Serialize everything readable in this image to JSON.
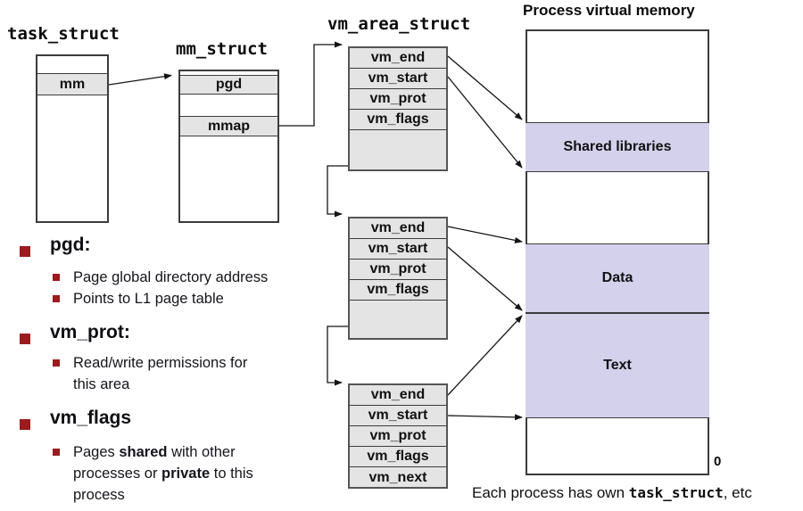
{
  "slide": {
    "structs": {
      "task": {
        "title": "task_struct",
        "field_mm": "mm"
      },
      "mm": {
        "title": "mm_struct",
        "field_pgd": "pgd",
        "field_mmap": "mmap"
      },
      "vm_area": {
        "title": "vm_area_struct"
      }
    },
    "vm_boxes": [
      {
        "rows": [
          "vm_end",
          "vm_start",
          "vm_prot",
          "vm_flags"
        ]
      },
      {
        "rows": [
          "vm_end",
          "vm_start",
          "vm_prot",
          "vm_flags"
        ]
      },
      {
        "rows": [
          "vm_end",
          "vm_start",
          "vm_prot",
          "vm_flags",
          "vm_next"
        ]
      }
    ],
    "memory": {
      "title": "Process virtual memory",
      "regions": [
        {
          "label": "Shared libraries"
        },
        {
          "label": "Data"
        },
        {
          "label": "Text"
        }
      ],
      "zero_label": "0"
    },
    "caption": {
      "prefix": "Each process has own ",
      "mono": "task_struct",
      "suffix": ", etc"
    },
    "bullets": [
      {
        "heading": "pgd:",
        "items": [
          [
            {
              "t": "Page global directory address"
            }
          ],
          [
            {
              "t": "Points to L1 page table"
            }
          ]
        ]
      },
      {
        "heading": "vm_prot:",
        "items": [
          [
            {
              "t": "Read/write permissions for this area"
            }
          ]
        ]
      },
      {
        "heading": "vm_flags",
        "items": [
          [
            {
              "t": "Pages "
            },
            {
              "t": "shared",
              "b": true
            },
            {
              "t": " with other processes or "
            },
            {
              "t": "private",
              "b": true
            },
            {
              "t": " to this process"
            }
          ]
        ]
      }
    ]
  },
  "colors": {
    "region_fill": "#d4d1ec",
    "row_fill": "#e4e4e4",
    "bullet_red": "#9b1b1e",
    "line": "#1a1a1a"
  }
}
